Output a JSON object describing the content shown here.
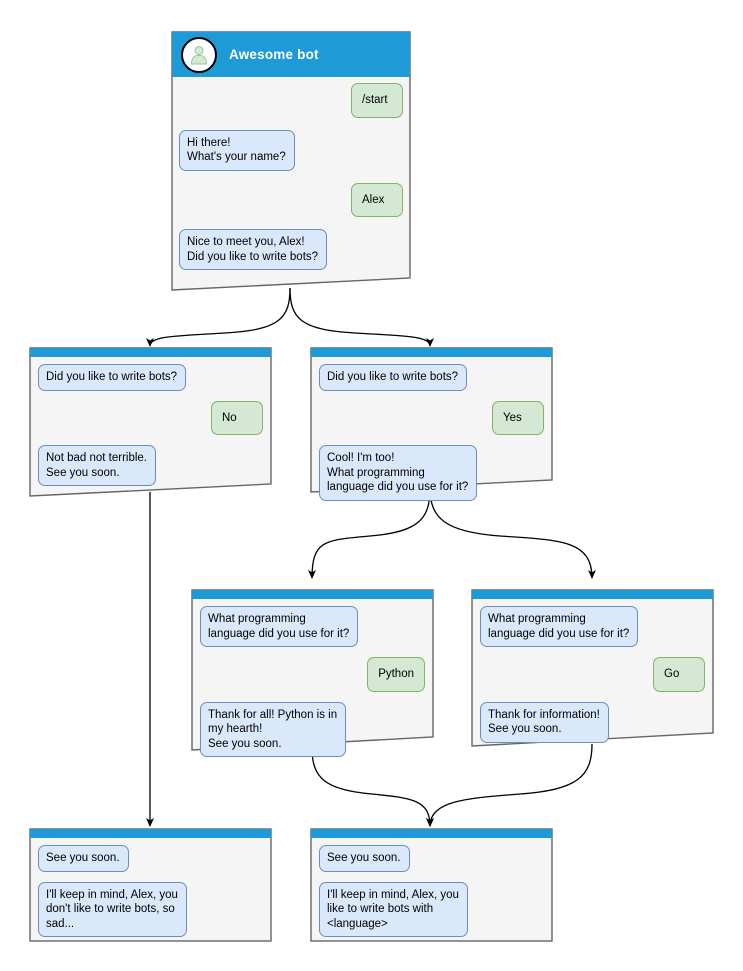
{
  "diagram": {
    "title": "Awesome bot conversation flow",
    "colors": {
      "header_blue": "#1e9ad6",
      "bot_bubble_fill": "#dae8fc",
      "bot_bubble_stroke": "#6c8ebf",
      "user_bubble_fill": "#d5e8d4",
      "user_bubble_stroke": "#82b366",
      "node_fill": "#f5f5f5",
      "node_stroke": "#666666",
      "edge_stroke": "#000000",
      "avatar_fill": "#d5e8d4"
    },
    "avatar_icon": "person-icon",
    "bot_name": "Awesome bot",
    "nodes": [
      {
        "id": "start",
        "messages": [
          {
            "side": "user",
            "text": "/start"
          },
          {
            "side": "bot",
            "text": "Hi there!\nWhat's your name?"
          },
          {
            "side": "user",
            "text": "Alex"
          },
          {
            "side": "bot",
            "text": "Nice to meet you, Alex!\nDid you like to write bots?"
          }
        ]
      },
      {
        "id": "answer-no",
        "messages": [
          {
            "side": "bot",
            "text": "Did you like to write bots?"
          },
          {
            "side": "user",
            "text": "No"
          },
          {
            "side": "bot",
            "text": "Not bad not terrible.\nSee you soon."
          }
        ]
      },
      {
        "id": "answer-yes",
        "messages": [
          {
            "side": "bot",
            "text": "Did you like to write bots?"
          },
          {
            "side": "user",
            "text": "Yes"
          },
          {
            "side": "bot",
            "text": "Cool! I'm too!\nWhat programming\nlanguage did you use for it?"
          }
        ]
      },
      {
        "id": "lang-python",
        "messages": [
          {
            "side": "bot",
            "text": "What programming\nlanguage did you use for it?"
          },
          {
            "side": "user",
            "text": "Python"
          },
          {
            "side": "bot",
            "text": "Thank for all! Python is in\nmy hearth!\nSee you soon."
          }
        ]
      },
      {
        "id": "lang-go",
        "messages": [
          {
            "side": "bot",
            "text": "What programming\nlanguage did you use for it?"
          },
          {
            "side": "user",
            "text": "Go"
          },
          {
            "side": "bot",
            "text": "Thank for information!\nSee you soon."
          }
        ]
      },
      {
        "id": "end-sad",
        "messages": [
          {
            "side": "bot",
            "text": "See you soon."
          },
          {
            "side": "bot",
            "text": "I'll keep in mind, Alex, you\ndon't like to write bots, so\nsad..."
          }
        ]
      },
      {
        "id": "end-happy",
        "messages": [
          {
            "side": "bot",
            "text": "See you soon."
          },
          {
            "side": "bot",
            "text": "I'll keep in mind, Alex, you\nlike to write bots with\n<language>"
          }
        ]
      }
    ]
  },
  "text": {
    "bot_name": "Awesome bot",
    "n0_m0": "/start",
    "n0_m1": "Hi there!\nWhat's your name?",
    "n0_m2": "Alex",
    "n0_m3": "Nice to meet you, Alex!\nDid you like to write bots?",
    "n1_m0": "Did you like to write bots?",
    "n1_m1": "No",
    "n1_m2": "Not bad not terrible.\nSee you soon.",
    "n2_m0": "Did you like to write bots?",
    "n2_m1": "Yes",
    "n2_m2": "Cool! I'm too!\nWhat programming\nlanguage did you use for it?",
    "n3_m0": "What programming\nlanguage did you use for it?",
    "n3_m1": "Python",
    "n3_m2": "Thank for all! Python is in\nmy hearth!\nSee you soon.",
    "n4_m0": "What programming\nlanguage did you use for it?",
    "n4_m1": "Go",
    "n4_m2": "Thank for information!\nSee you soon.",
    "n5_m0": "See you soon.",
    "n5_m1": "I'll keep in mind, Alex, you\ndon't like to write bots, so\nsad...",
    "n6_m0": "See you soon.",
    "n6_m1": "I'll keep in mind, Alex, you\nlike to write bots with\n<language>"
  }
}
